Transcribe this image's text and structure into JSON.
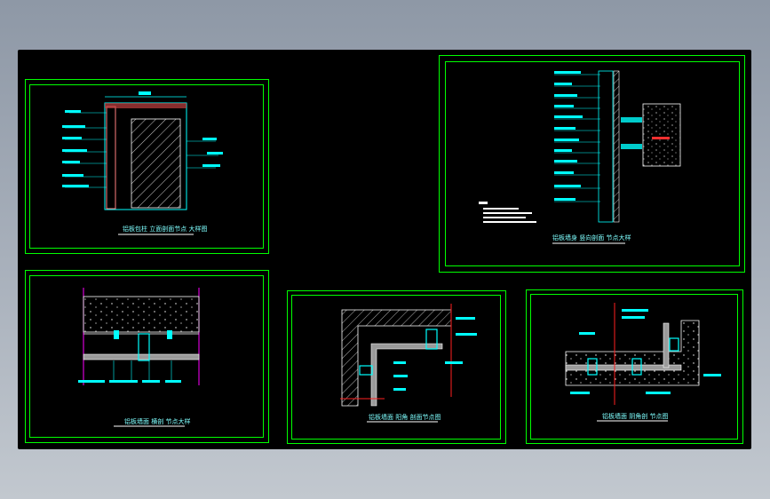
{
  "colors": {
    "background": "#000000",
    "frame": "#00ff00",
    "outline": "#00ffff",
    "hatch": "#ffffff",
    "accent_red": "#ff2020",
    "accent_magenta": "#ff00ff",
    "section_fill": "#9a9a9a"
  },
  "sheets": [
    {
      "caption": "铝板包柱 立面剖面节点 大样图"
    },
    {
      "caption": "铝板墙身 竖向剖面 节点大样"
    },
    {
      "caption": "铝板墙面 横剖 节点大样"
    },
    {
      "caption": "铝板墙面 阳角 剖面节点图"
    },
    {
      "caption": "铝板墙面 阴角剖 节点图"
    }
  ]
}
